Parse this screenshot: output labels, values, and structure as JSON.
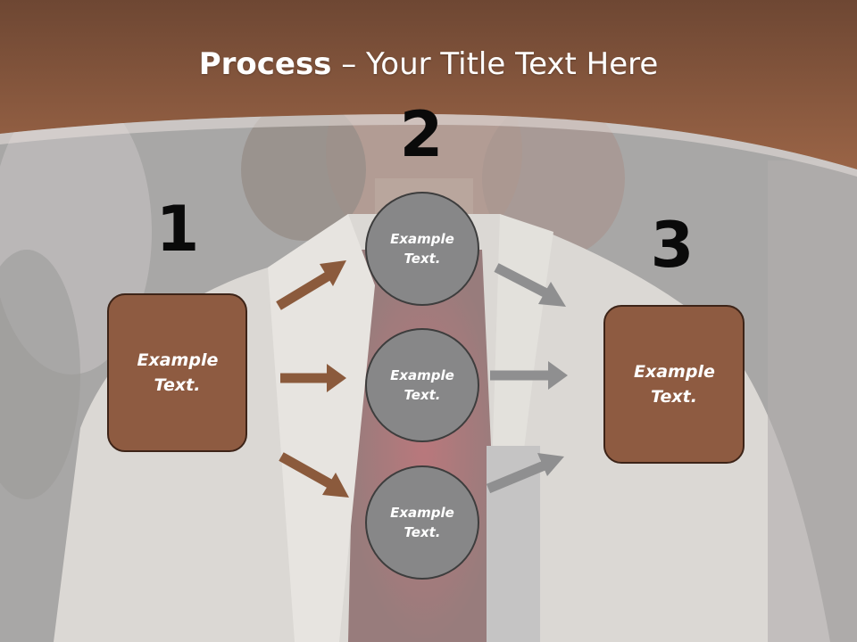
{
  "title": {
    "bold": "Process",
    "rest": " – Your Title Text Here"
  },
  "steps": [
    {
      "number": "1",
      "text": "Example Text."
    },
    {
      "number": "2",
      "items": [
        "Example Text.",
        "Example Text.",
        "Example Text."
      ]
    },
    {
      "number": "3",
      "text": "Example Text."
    }
  ],
  "colors": {
    "header": "#8a5a40",
    "box_fill": "#8e5b41",
    "circle_fill": "#878788",
    "arrow_brown": "#8b5a3c",
    "arrow_gray": "#8f8f90"
  }
}
